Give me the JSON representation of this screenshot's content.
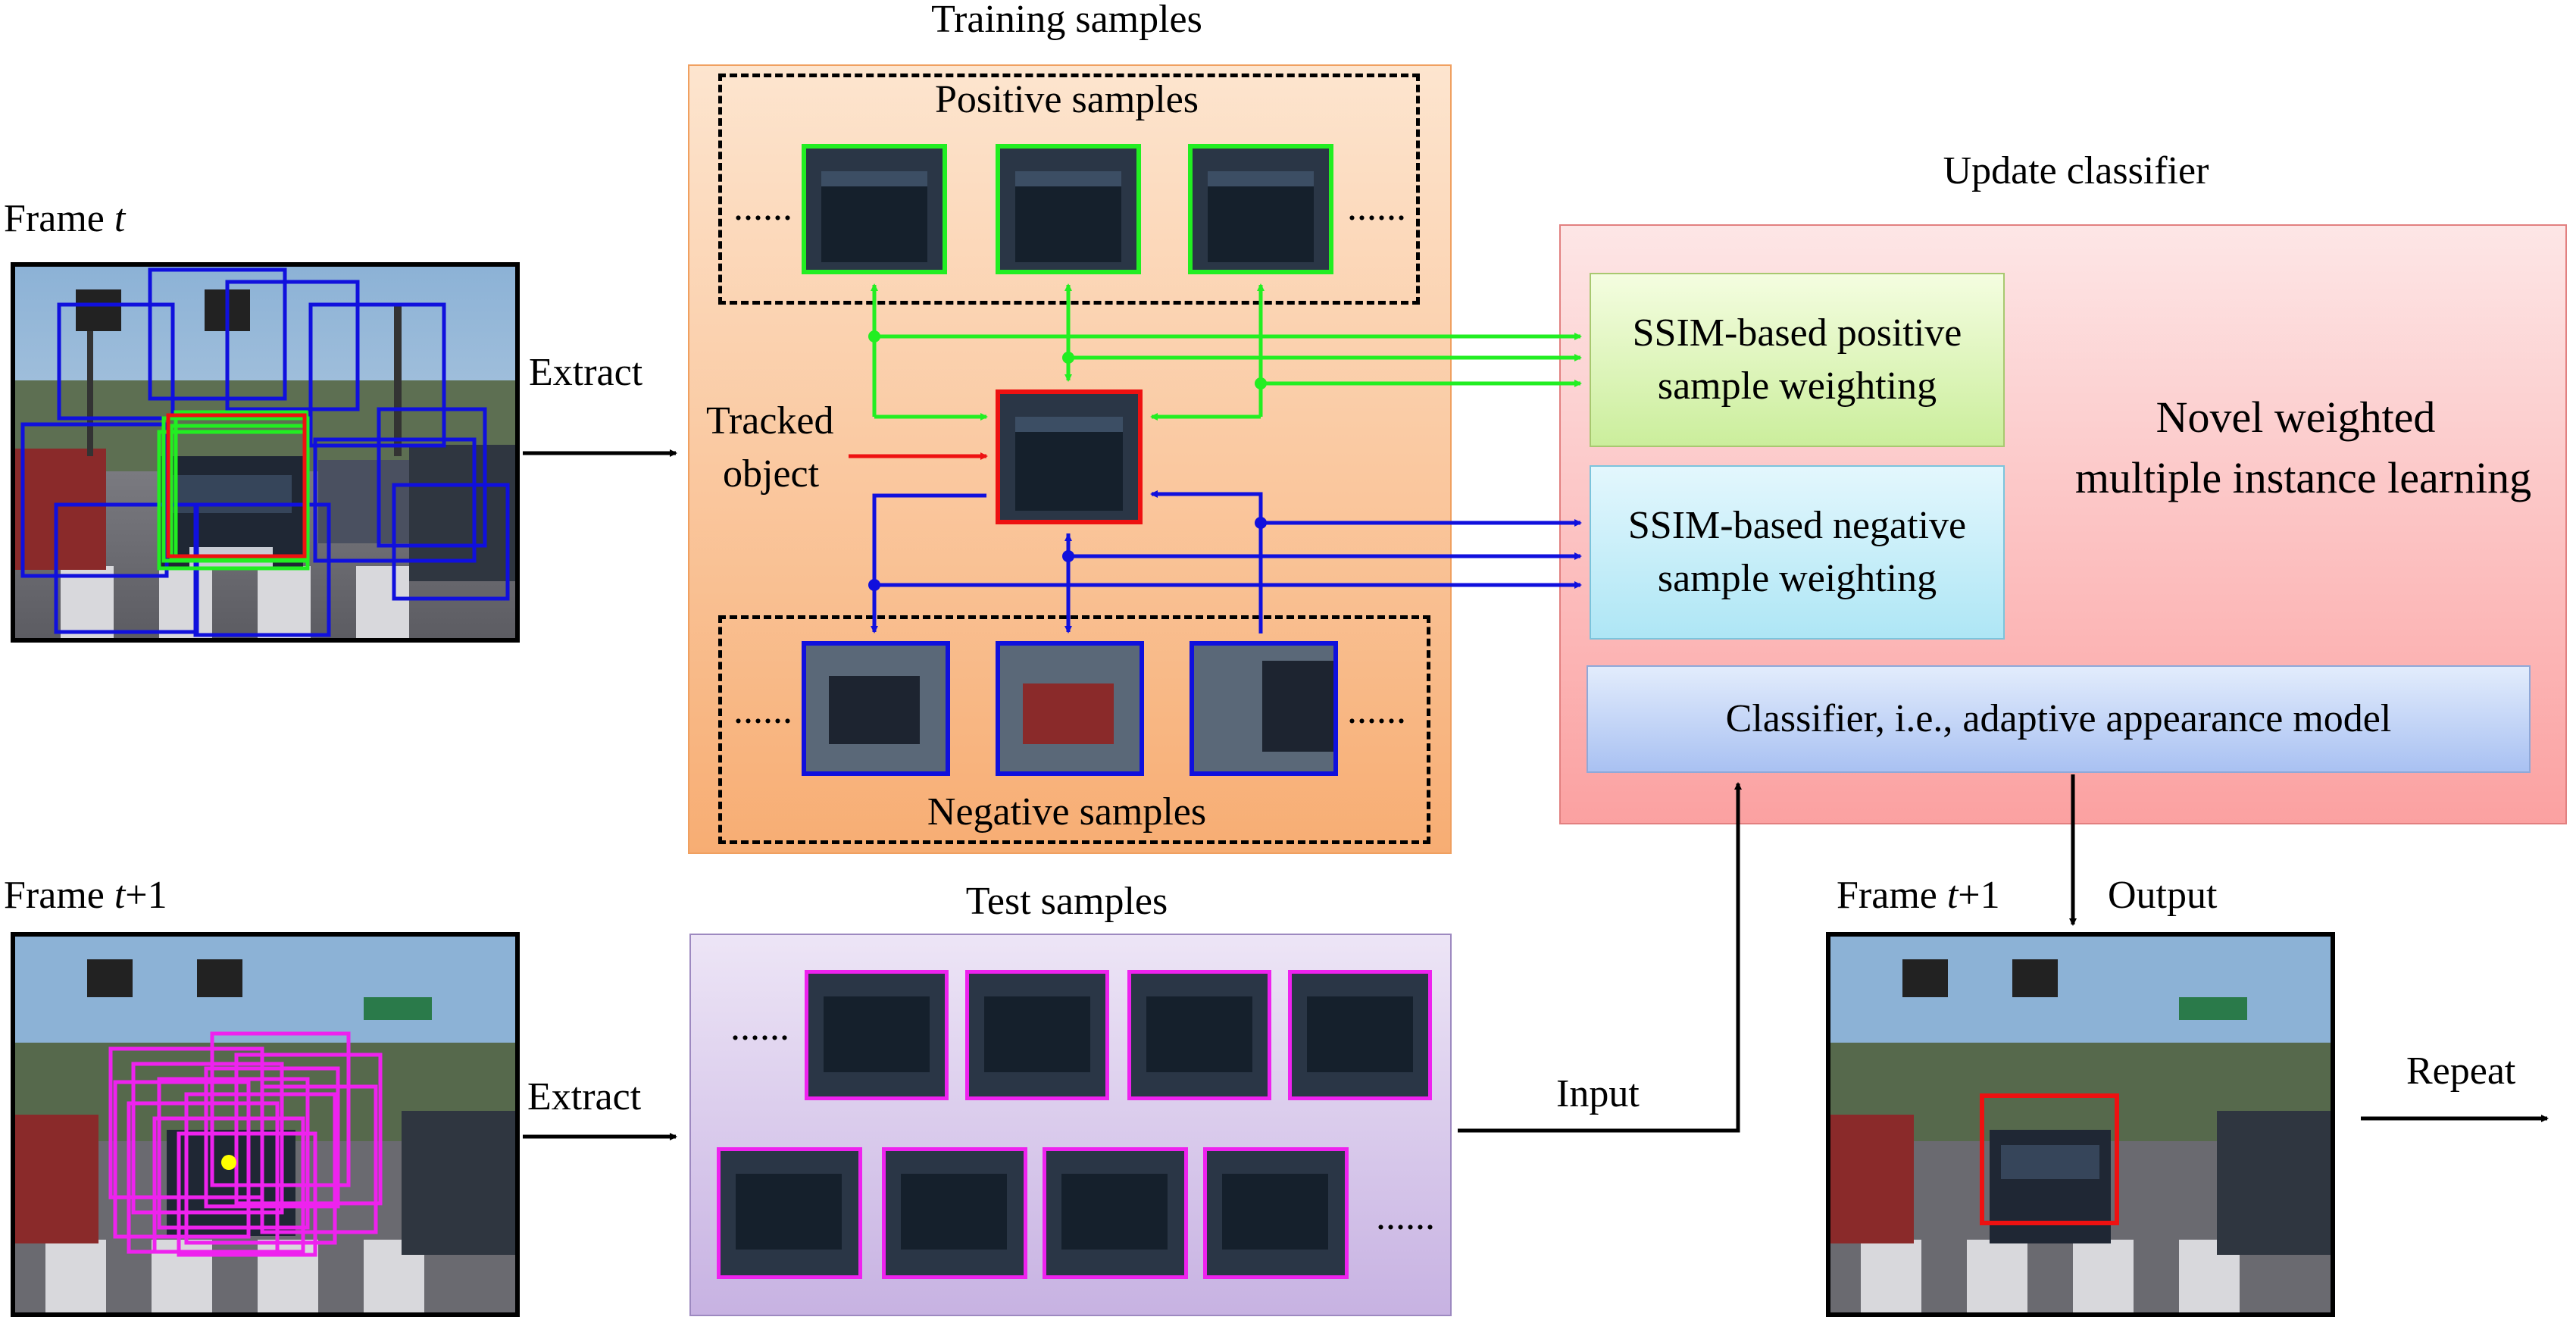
{
  "titles": {
    "training_samples": "Training samples",
    "positive_samples": "Positive samples",
    "negative_samples": "Negative samples",
    "test_samples": "Test samples",
    "update_classifier": "Update classifier"
  },
  "frames": {
    "frame_t_prefix": "Frame ",
    "frame_t_var": "t",
    "frame_t1_prefix": "Frame ",
    "frame_t1_var": "t",
    "frame_t1_suffix": "+1",
    "output_frame_prefix": "Frame ",
    "output_frame_var": "t",
    "output_frame_suffix": "+1"
  },
  "flow": {
    "extract_top": "Extract",
    "extract_bottom": "Extract",
    "tracked_object_line1": "Tracked",
    "tracked_object_line2": "object",
    "input": "Input",
    "output": "Output",
    "repeat": "Repeat",
    "ellipsis": "......"
  },
  "classifier": {
    "positive_weighting": "SSIM-based positive sample weighting",
    "negative_weighting": "SSIM-based negative sample weighting",
    "novel_line1": "Novel weighted",
    "novel_line2": "multiple instance learning",
    "model": "Classifier, i.e., adaptive appearance model"
  },
  "colors": {
    "positive": "#22ee22",
    "negative": "#1010dd",
    "tracked": "#ee1111",
    "test": "#ee22ee",
    "training_panel_top": "#fde5cf",
    "training_panel_bottom": "#f7ad73",
    "test_panel_top": "#ede5f6",
    "test_panel_bottom": "#c7b2e2",
    "update_panel_top": "#fde6e6",
    "update_panel_bottom": "#fba1a1",
    "positive_box_top": "#f4fde0",
    "positive_box_bottom": "#cbee9c",
    "negative_box_top": "#e3f7fd",
    "negative_box_bottom": "#aee6f5",
    "model_box_top": "#e2ecfc",
    "model_box_bottom": "#a9c1f2"
  },
  "icons": {
    "traffic_scene": "street-scene-photo",
    "truck_crop": "pickup-truck-crop",
    "car_crop": "car-crop"
  }
}
